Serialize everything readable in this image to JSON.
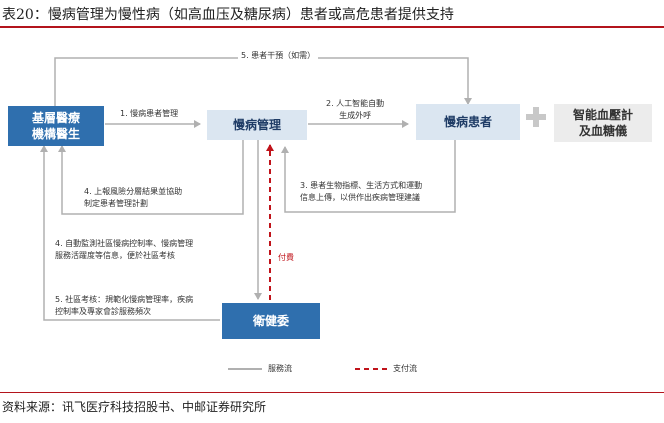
{
  "title": "表20：慢病管理为慢性病（如高血压及糖尿病）患者或高危患者提供支持",
  "nodes": {
    "primary_care": "基層醫療\n機構醫生",
    "chronic_mgmt": "慢病管理",
    "patients": "慢病患者",
    "devices": "智能血壓計\n及血糖儀",
    "health_commission": "衛健委"
  },
  "plus_symbol": "+",
  "edges": {
    "e1": "1. 慢病患者管理",
    "e2": "2. 人工智能自動\n生成外呼",
    "e3": "3. 患者生物指標、生活方式和運動\n信息上傳，以供作出疾病管理建議",
    "e4": "4. 上報風險分層結果並協助\n制定患者管理計劃",
    "e4b": "4. 自動監測社區慢病控制率、慢病管理\n服務活躍度等信息，便於社區考核",
    "e5": "5. 社區考核：規範化慢病管理率，疾病\n控制率及專家會診服務頻次",
    "e5_top": "5. 患者干預（如需）",
    "payment": "付費"
  },
  "legend": {
    "service_flow": "服務流",
    "payment_flow": "支付流"
  },
  "colors": {
    "title_rule": "#b3141c",
    "dark_box": "#2f6fae",
    "light_box": "#dbe6f1",
    "service_line": "#b0b0b0",
    "payment_line": "#c0131a"
  },
  "source": "资料来源：讯飞医疗科技招股书、中邮证券研究所"
}
